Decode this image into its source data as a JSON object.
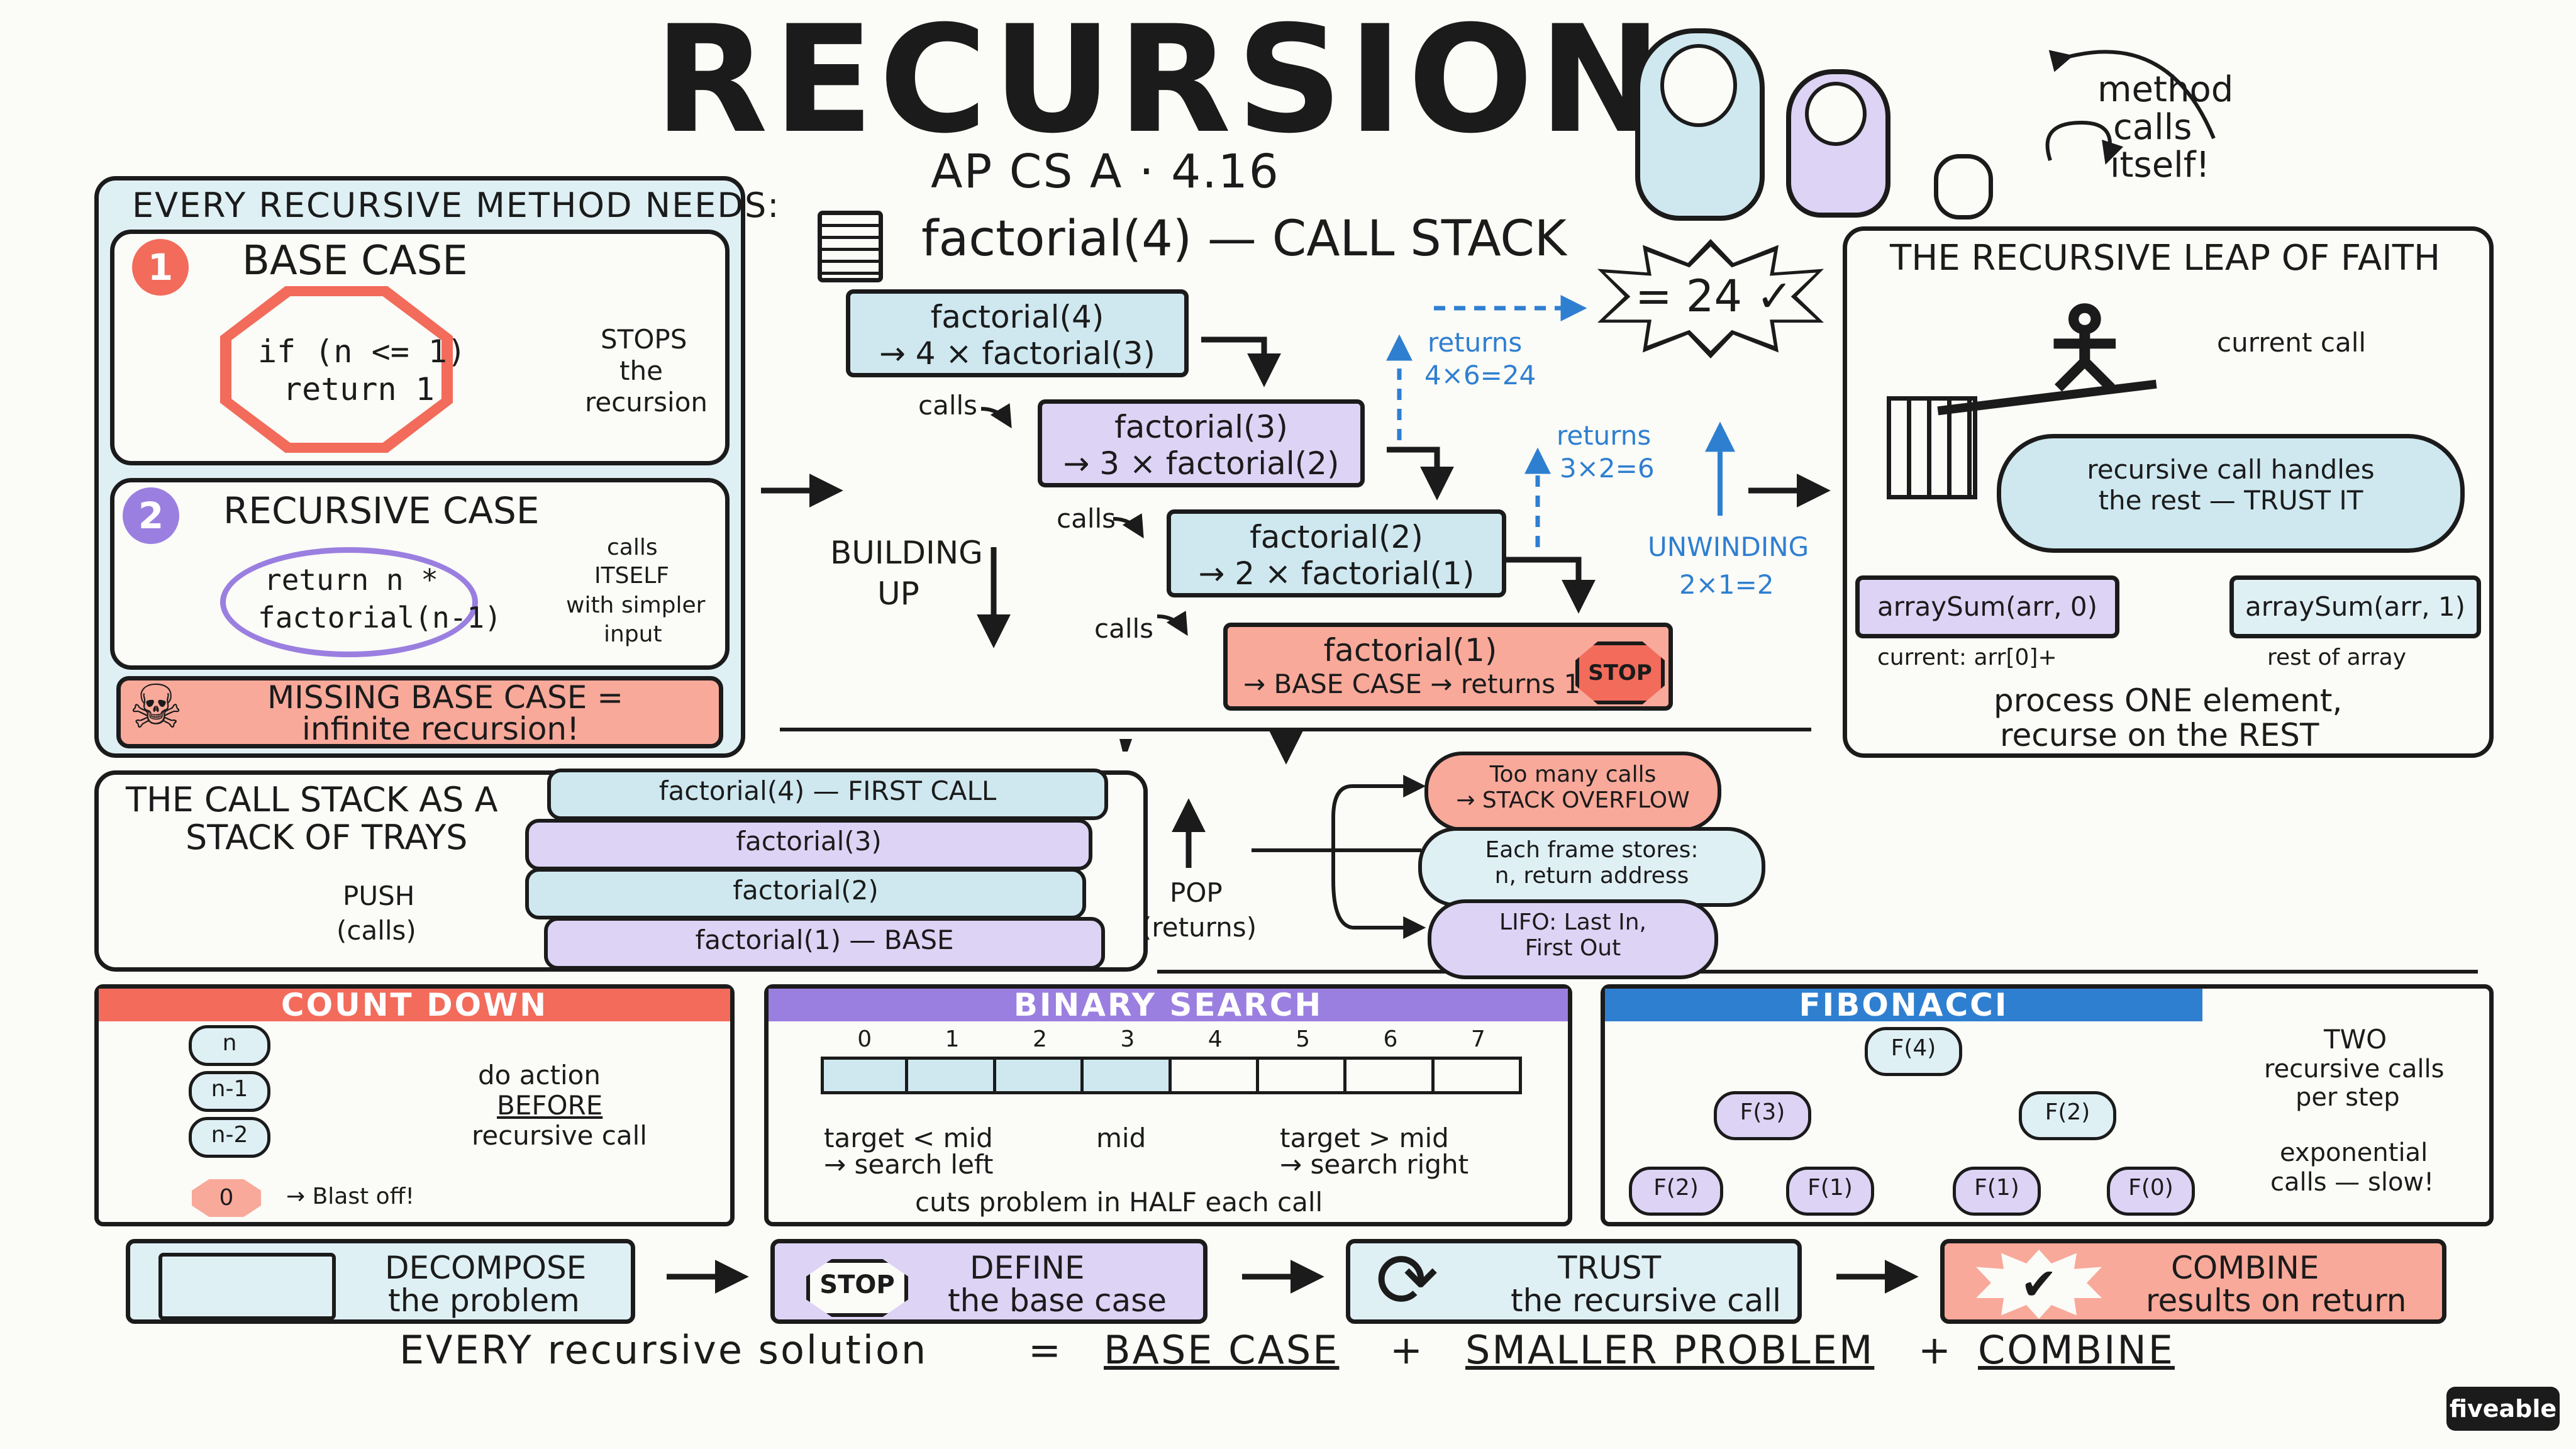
{
  "title": "RECURSION",
  "subtitle": "AP CS A · 4.16",
  "mascot_caption": [
    "method",
    "calls",
    "itself!"
  ],
  "needs": {
    "heading": "EVERY RECURSIVE METHOD NEEDS:",
    "base": {
      "num": "1",
      "title": "BASE CASE",
      "code1": "if (n <= 1)",
      "code2": "return 1",
      "note": [
        "STOPS",
        "the",
        "recursion"
      ]
    },
    "recursive": {
      "num": "2",
      "title": "RECURSIVE CASE",
      "code1": "return n *",
      "code2": "factorial(n-1)",
      "note": [
        "calls",
        "ITSELF",
        "with simpler",
        "input"
      ]
    },
    "missing": [
      "MISSING BASE CASE =",
      "infinite recursion!"
    ]
  },
  "stack": {
    "heading": "factorial(4) — CALL STACK",
    "frames": [
      {
        "line1": "factorial(4)",
        "line2": "→ 4 × factorial(3)"
      },
      {
        "line1": "factorial(3)",
        "line2": "→ 3 × factorial(2)"
      },
      {
        "line1": "factorial(2)",
        "line2": "→ 2 × factorial(1)"
      },
      {
        "line1": "factorial(1)",
        "line2": "→ BASE CASE → returns 1"
      }
    ],
    "calls": "calls",
    "stop": "STOP",
    "building": [
      "BUILDING",
      "UP"
    ],
    "result": "= 24 ✓",
    "returns1": [
      "returns",
      "4×6=24"
    ],
    "returns2": [
      "returns",
      "3×2=6"
    ],
    "unwinding": "UNWINDING",
    "unwinding_val": "2×1=2"
  },
  "leap": {
    "heading": "THE RECURSIVE LEAP OF FAITH",
    "current": "current call",
    "cloud": [
      "recursive call handles",
      "the rest — TRUST IT"
    ],
    "left_box": "arraySum(arr, 0)",
    "right_box": "arraySum(arr, 1)",
    "left_label": "current: arr[0]+",
    "right_label": "rest of array",
    "summary": [
      "process ONE element,",
      "recurse on the REST"
    ]
  },
  "trays": {
    "heading": [
      "THE CALL STACK AS A",
      "STACK OF TRAYS"
    ],
    "push": [
      "PUSH",
      "(calls)"
    ],
    "pop": [
      "POP",
      "(returns)"
    ],
    "items": [
      "factorial(4) — FIRST CALL",
      "factorial(3)",
      "factorial(2)",
      "factorial(1) — BASE"
    ],
    "notes": [
      [
        "Too many calls",
        "→ STACK OVERFLOW"
      ],
      [
        "Each frame stores:",
        "n, return address"
      ],
      [
        "LIFO: Last In,",
        "First Out"
      ]
    ]
  },
  "countdown": {
    "heading": "COUNT DOWN",
    "nodes": [
      "n",
      "n-1",
      "n-2",
      "0"
    ],
    "blast": "→ Blast off!",
    "note": [
      "do action",
      "BEFORE",
      "recursive call"
    ]
  },
  "binary": {
    "heading": "BINARY SEARCH",
    "indices": [
      "0",
      "1",
      "2",
      "3",
      "4",
      "5",
      "6",
      "7"
    ],
    "left": [
      "target < mid",
      "→ search left"
    ],
    "mid": "mid",
    "right": [
      "target > mid",
      "→ search right"
    ],
    "caption": "cuts problem in HALF each call"
  },
  "fib": {
    "heading": "FIBONACCI",
    "nodes": [
      "F(4)",
      "F(3)",
      "F(2)",
      "F(2)",
      "F(1)",
      "F(1)",
      "F(0)"
    ],
    "note1": [
      "TWO",
      "recursive calls",
      "per step"
    ],
    "note2": [
      "exponential",
      "calls — slow!"
    ]
  },
  "steps": [
    {
      "line1": "DECOMPOSE",
      "line2": "the problem"
    },
    {
      "line1": "DEFINE",
      "line2": "the base case"
    },
    {
      "line1": "TRUST",
      "line2": "the recursive call"
    },
    {
      "line1": "COMBINE",
      "line2": "results on return"
    }
  ],
  "formula": [
    "EVERY recursive solution",
    "=",
    "BASE CASE",
    "+",
    "SMALLER PROBLEM",
    "+",
    "COMBINE"
  ],
  "brand": "fiveable",
  "colors": {
    "blue": "#cfe8f0",
    "purple": "#ddd3f5",
    "red": "#f8a99a",
    "accent_red": "#f26b5b",
    "accent_purple": "#9a7fe0",
    "accent_blue": "#2f7fd1"
  }
}
